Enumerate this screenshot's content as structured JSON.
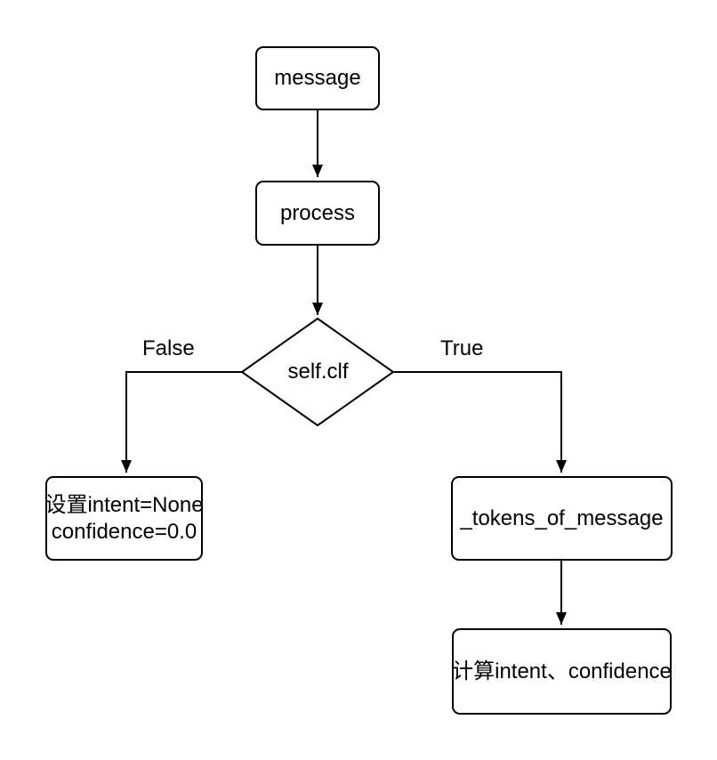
{
  "nodes": {
    "message": {
      "label": "message"
    },
    "process": {
      "label": "process"
    },
    "decision": {
      "label": "self.clf"
    },
    "set_defaults": {
      "label": "设置intent=None\nconfidence=0.0"
    },
    "tokens_of_message": {
      "label": "_tokens_of_message"
    },
    "compute_intent": {
      "label": "计算intent、confidence"
    }
  },
  "edge_labels": {
    "false_branch": "False",
    "true_branch": "True"
  },
  "colors": {
    "stroke": "#000000",
    "node_fill": "#ffffff",
    "background": "#ffffff",
    "text": "#000000"
  }
}
